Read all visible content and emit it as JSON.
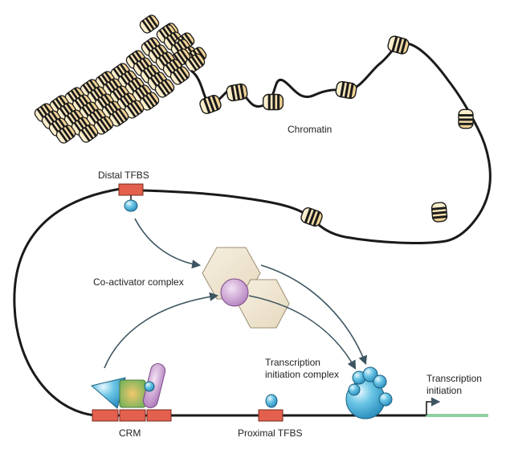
{
  "labels": {
    "chromatin": "Chromatin",
    "distal_tfbs": "Distal TFBS",
    "coactivator": "Co-activator complex",
    "tic_line1": "Transcription",
    "tic_line2": "initiation complex",
    "ti_line1": "Transcription",
    "ti_line2": "initiation",
    "crm": "CRM",
    "proximal_tfbs": "Proximal TFBS"
  },
  "colors": {
    "dna": "#1a1a1a",
    "nucleosome_fill": "#f6dfa8",
    "nucleosome_band": "#1a1a1a",
    "tfbs_box": "#e2604d",
    "factor_blue": "#6cc6e6",
    "coactivator_hex": "#efe6d3",
    "coactivator_core": "#cc99cc",
    "arrow": "#3d5560",
    "transcript": "#8fd0a0",
    "crm_green": "#8cc46a",
    "crm_purple": "#c9a7cf"
  },
  "icons": {
    "nucleosome": "nucleosome-icon",
    "transcription_factor": "transcription-factor-icon",
    "promoter_arrow": "bent-arrow-icon"
  }
}
